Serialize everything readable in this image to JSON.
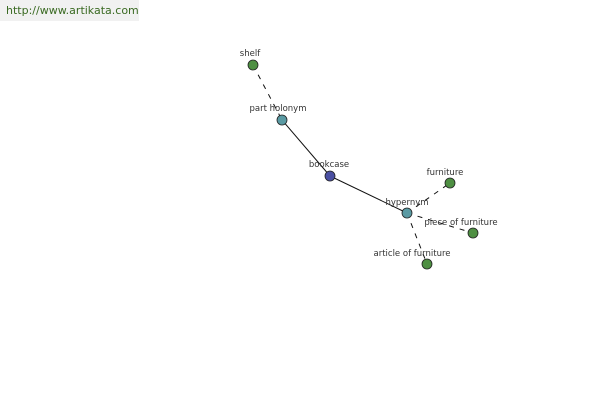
{
  "watermark": {
    "url": "http://www.artikata.com"
  },
  "graph": {
    "colors": {
      "center": "#4a4fa2",
      "relation": "#5a9aa3",
      "leaf": "#4e8f42",
      "stroke": "#222222",
      "edge": "#111111"
    },
    "nodes": [
      {
        "id": "shelf",
        "label": "shelf",
        "kind": "leaf"
      },
      {
        "id": "part-holonym",
        "label": "part holonym",
        "kind": "relation"
      },
      {
        "id": "bookcase",
        "label": "bookcase",
        "kind": "center"
      },
      {
        "id": "hypernym",
        "label": "hypernym",
        "kind": "relation"
      },
      {
        "id": "furniture",
        "label": "furniture",
        "kind": "leaf"
      },
      {
        "id": "piece-of-furniture",
        "label": "piece of furniture",
        "kind": "leaf"
      },
      {
        "id": "article-of-furniture",
        "label": "article of furniture",
        "kind": "leaf"
      }
    ],
    "edges": [
      {
        "from": "shelf",
        "to": "part-holonym",
        "style": "dashed"
      },
      {
        "from": "part-holonym",
        "to": "bookcase",
        "style": "solid"
      },
      {
        "from": "bookcase",
        "to": "hypernym",
        "style": "solid"
      },
      {
        "from": "hypernym",
        "to": "furniture",
        "style": "dashed"
      },
      {
        "from": "hypernym",
        "to": "piece-of-furniture",
        "style": "dashed"
      },
      {
        "from": "hypernym",
        "to": "article-of-furniture",
        "style": "dashed"
      }
    ]
  }
}
